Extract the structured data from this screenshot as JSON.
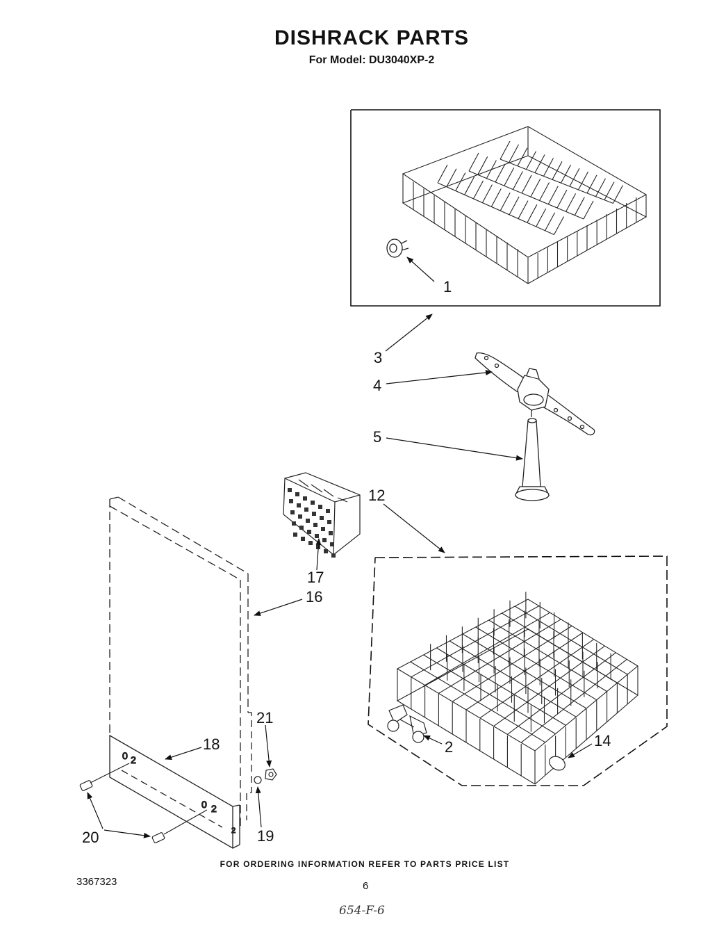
{
  "header": {
    "title": "DISHRACK PARTS",
    "subtitle": "For Model: DU3040XP-2"
  },
  "callouts": [
    {
      "id": "1",
      "label": "1"
    },
    {
      "id": "2",
      "label": "2"
    },
    {
      "id": "3",
      "label": "3"
    },
    {
      "id": "4",
      "label": "4"
    },
    {
      "id": "5",
      "label": "5"
    },
    {
      "id": "12",
      "label": "12"
    },
    {
      "id": "14",
      "label": "14"
    },
    {
      "id": "16",
      "label": "16"
    },
    {
      "id": "17",
      "label": "17"
    },
    {
      "id": "18",
      "label": "18"
    },
    {
      "id": "19",
      "label": "19"
    },
    {
      "id": "20",
      "label": "20"
    },
    {
      "id": "21",
      "label": "21"
    }
  ],
  "footer": {
    "ordering_note": "FOR ORDERING INFORMATION REFER TO PARTS PRICE LIST",
    "document_number": "3367323",
    "page_number": "6",
    "handwritten_note": "654-F-6"
  }
}
